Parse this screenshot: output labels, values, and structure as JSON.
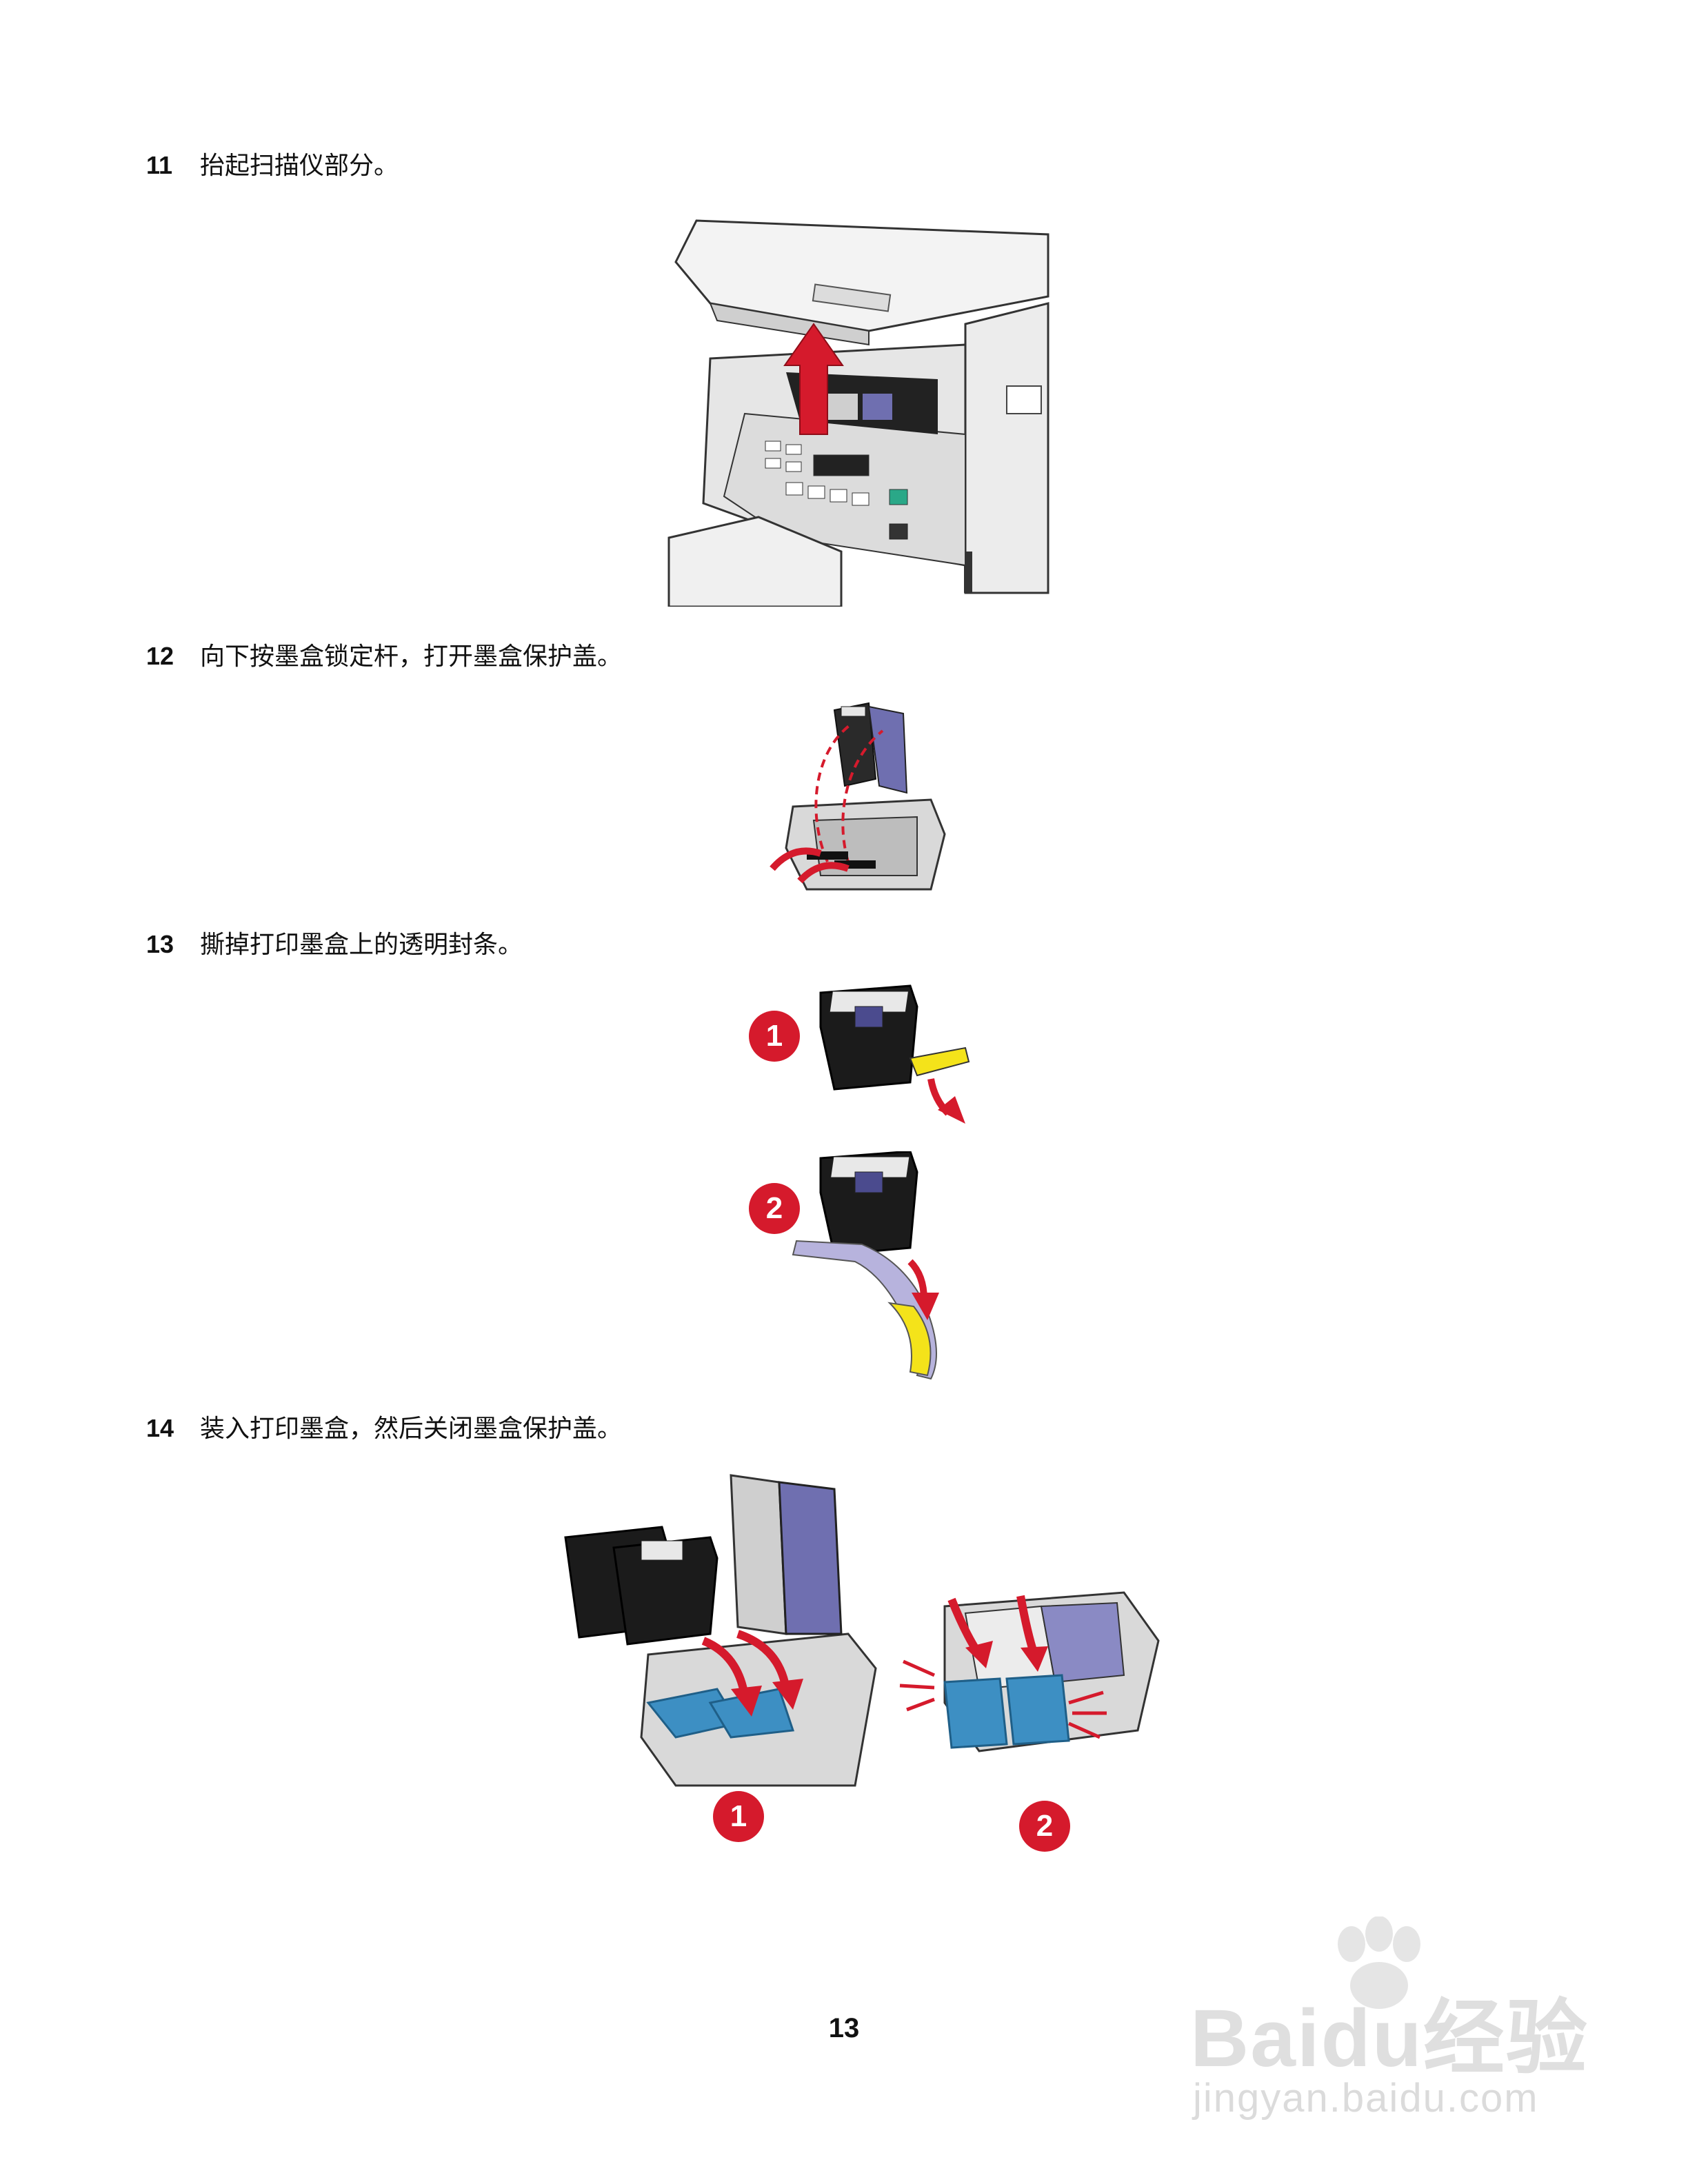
{
  "steps": [
    {
      "number": "11",
      "text": "抬起扫描仪部分。"
    },
    {
      "number": "12",
      "text": "向下按墨盒锁定杆，打开墨盒保护盖。"
    },
    {
      "number": "13",
      "text": "撕掉打印墨盒上的透明封条。"
    },
    {
      "number": "14",
      "text": "装入打印墨盒，然后关闭墨盒保护盖。"
    }
  ],
  "callouts": {
    "one": "1",
    "two": "2"
  },
  "page_number": "13",
  "watermark": {
    "main": "Baidu经验",
    "sub": "jingyan.baidu.com"
  },
  "colors": {
    "accent_red": "#d51a2c",
    "tape_yellow": "#f4e31a",
    "clip_blue": "#3d8fc3",
    "cartridge_black": "#1b1b1b"
  }
}
